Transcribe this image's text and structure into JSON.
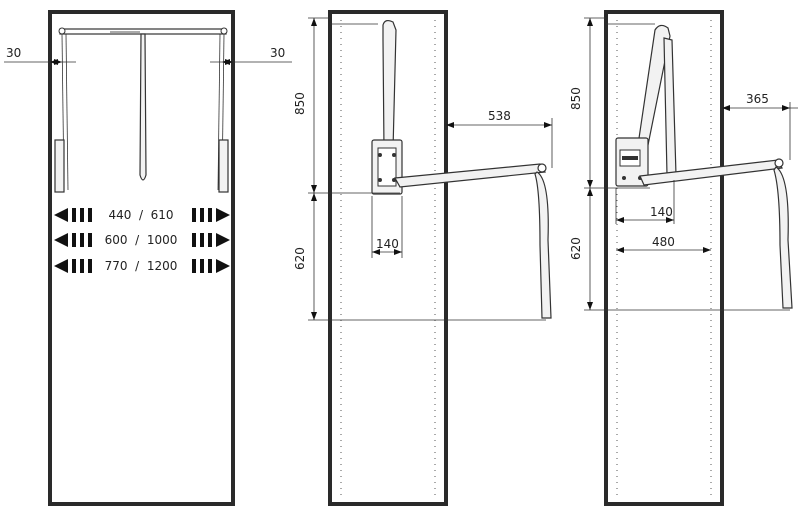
{
  "colors": {
    "cabinet_outline": "#2a2a2a",
    "arrow_fill": "#111111",
    "line": "#333333"
  },
  "panel1": {
    "side_gap_left": "30",
    "side_gap_right": "30",
    "width_rows": [
      {
        "text": "440  /  610"
      },
      {
        "text": "600  /  1000"
      },
      {
        "text": "770  /  1200"
      }
    ],
    "icons": [
      "arrow-left-icon",
      "arrow-right-icon"
    ]
  },
  "panel2": {
    "height_upper": "850",
    "height_lower": "620",
    "reach": "538",
    "bracket_width": "140"
  },
  "panel3": {
    "height_upper": "850",
    "height_lower": "620",
    "reach": "365",
    "bracket_width": "140",
    "depth": "480"
  }
}
